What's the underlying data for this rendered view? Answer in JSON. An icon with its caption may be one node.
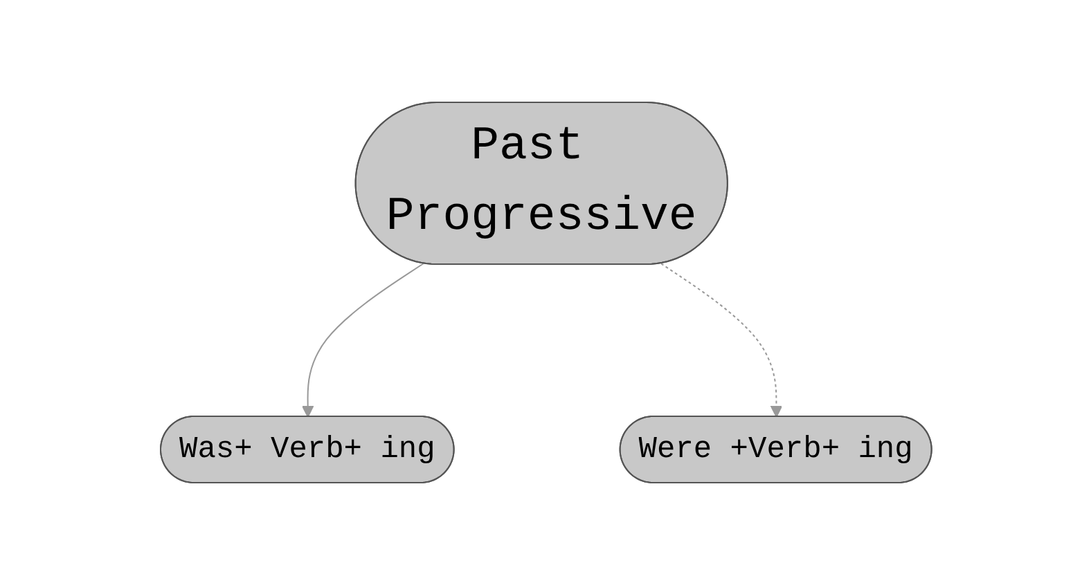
{
  "diagram": {
    "nodes": [
      {
        "text": [
          "Past Progressive"
        ]
      },
      {
        "text": [
          "Was+ Verb+ ing"
        ]
      },
      {
        "text": [
          "Were +Verb+ ing"
        ]
      }
    ],
    "edges": [
      {
        "from": 0,
        "to": 1,
        "arrow": "to"
      },
      {
        "from": 0,
        "to": 2,
        "arrow": "to",
        "style": "dashed"
      }
    ]
  }
}
